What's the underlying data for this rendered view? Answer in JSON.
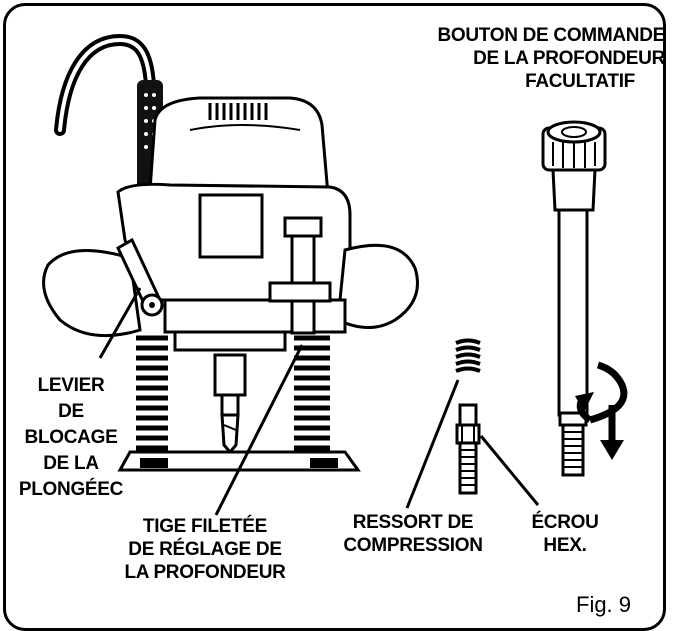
{
  "labels": {
    "depth_knob": [
      "BOUTON DE COMMANDE",
      "DE LA PROFONDEUR",
      "FACULTATIF"
    ],
    "plunge_lever": [
      "LEVIER",
      "DE",
      "BLOCAGE",
      "DE LA",
      "PLONGÉEC"
    ],
    "threaded_rod": [
      "TIGE FILETÉE",
      "DE RÉGLAGE DE",
      "LA PROFONDEUR"
    ],
    "spring": [
      "RESSORT DE",
      "COMPRESSION"
    ],
    "hex_nut": [
      "ÉCROU",
      "HEX."
    ]
  },
  "figure_caption": "Fig. 9",
  "colors": {
    "ink": "#000000",
    "paper": "#ffffff"
  }
}
